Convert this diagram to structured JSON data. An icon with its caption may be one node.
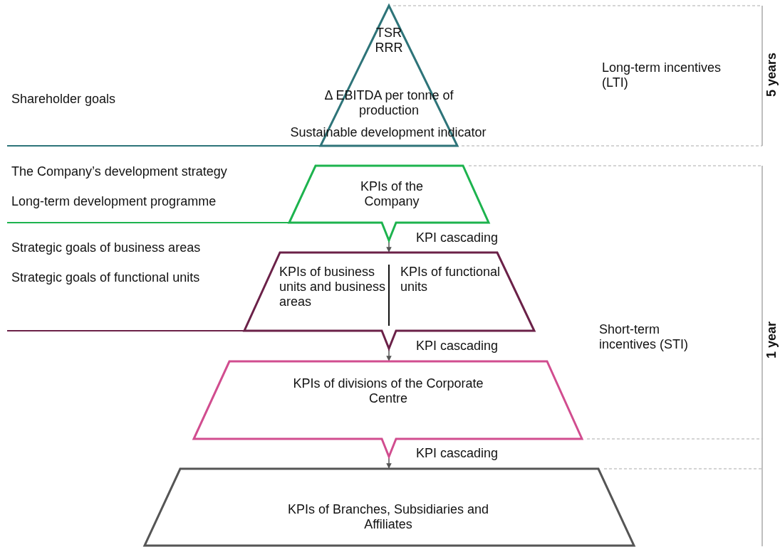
{
  "diagram": {
    "nodes": [
      {
        "text": [
          "TSR",
          "RRR",
          "Δ EBITDA per tonne of production",
          "Sustainable development indicator"
        ]
      },
      {
        "text": [
          "KPIs of the Company"
        ]
      },
      {
        "text": [
          "KPIs of business units and business areas",
          "KPIs of functional units"
        ]
      },
      {
        "text": [
          "KPIs of divisions of the Corporate Centre"
        ]
      },
      {
        "text": [
          "KPIs of Branches, Subsidiaries and Affiliates"
        ]
      }
    ],
    "edges": [
      {
        "from": 1,
        "to": 2,
        "arrow": "to",
        "label": "KPI cascading"
      },
      {
        "from": 2,
        "to": 3,
        "arrow": "to",
        "label": "KPI cascading"
      },
      {
        "from": 3,
        "to": 4,
        "arrow": "to",
        "label": "KPI cascading"
      }
    ],
    "labels": [
      "Shareholder goals",
      "Long-term incentives (LTI)",
      "5 years",
      "The Company’s development strategy",
      "Long-term development programme",
      "Strategic goals of business areas",
      "Strategic goals of functional units",
      "1 year",
      "Short-term incentives (STI)"
    ]
  }
}
